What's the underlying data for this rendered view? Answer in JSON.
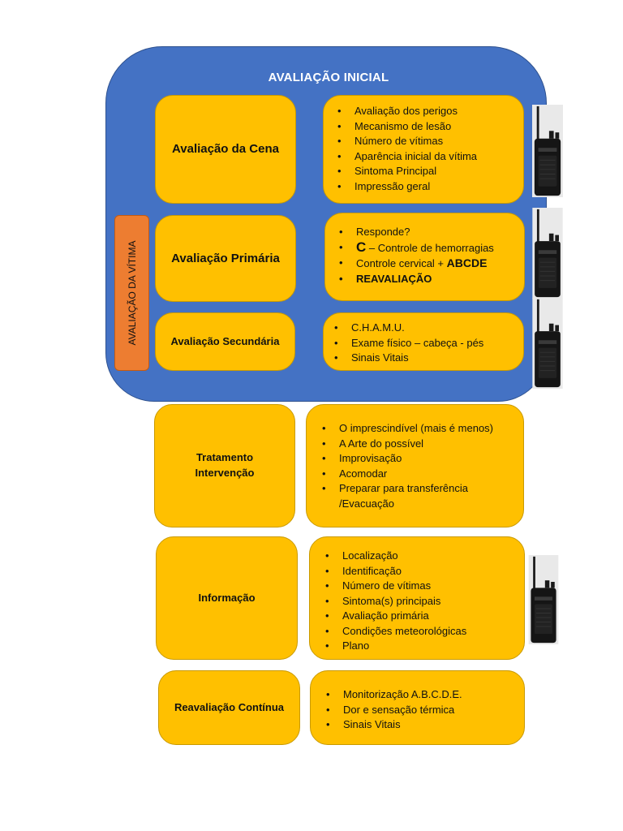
{
  "panel_title": "AVALIAÇÃO INICIAL",
  "vertical_label": "AVALIAÇÃO DA VÍTIMA",
  "rows": [
    {
      "label": "Avaliação da Cena",
      "items": [
        "Avaliação dos perigos",
        "Mecanismo de lesão",
        "Número de vítimas",
        "Aparência inicial da vítima",
        "Sintoma Principal",
        "Impressão geral"
      ]
    },
    {
      "label": "Avaliação Primária",
      "items": [
        {
          "text": "Responde?"
        },
        {
          "big": "C",
          "text": " – Controle de hemorragias"
        },
        {
          "text": "Controle cervical + ",
          "bold": "ABCDE"
        },
        {
          "bold": "REAVALIAÇÃO"
        }
      ]
    },
    {
      "label": "Avaliação Secundária",
      "items": [
        "C.H.A.M.U.",
        "Exame físico – cabeça - pés",
        "Sinais Vitais"
      ]
    },
    {
      "label_lines": [
        "Tratamento",
        "Intervenção"
      ],
      "items": [
        "O imprescindível (mais é menos)",
        "A Arte do possível",
        "Improvisação",
        "Acomodar",
        "Preparar para transferência",
        "/Evacuação"
      ]
    },
    {
      "label": "Informação",
      "items": [
        "Localização",
        "Identificação",
        "Número de vítimas",
        "Sintoma(s) principais",
        "Avaliação primária",
        "Condições meteorológicas",
        "Plano"
      ]
    },
    {
      "label": "Reavaliação Contínua",
      "items": [
        "Monitorização A.B.C.D.E.",
        "Dor e sensação térmica",
        "Sinais Vitais"
      ]
    }
  ],
  "icons": [
    "radio-icon",
    "radio-icon",
    "radio-icon",
    "radio-icon"
  ],
  "colors": {
    "panel": "#4472c4",
    "box": "#ffc000",
    "vertical": "#ed7d31"
  }
}
